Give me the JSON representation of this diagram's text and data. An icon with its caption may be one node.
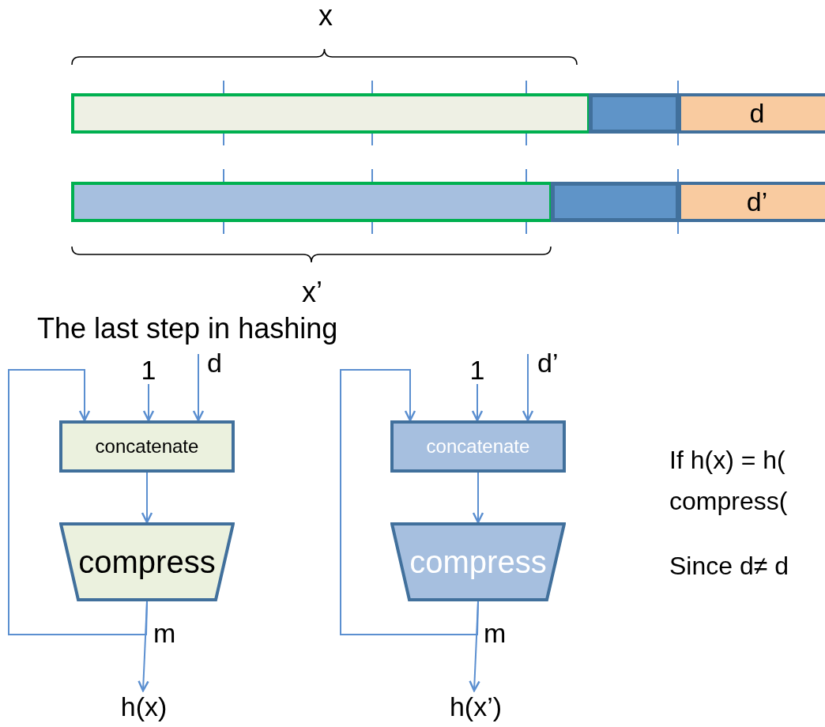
{
  "diagram": {
    "nodes": [
      {
        "text": [],
        "shape": "bar"
      },
      {
        "text": [],
        "shape": "bar"
      },
      {
        "text": [
          "d"
        ]
      },
      {
        "text": [],
        "shape": "bar"
      },
      {
        "text": [],
        "shape": "bar"
      },
      {
        "text": [
          "d’"
        ]
      },
      {
        "text": [
          "1"
        ]
      },
      {
        "text": [
          "concatenate"
        ]
      },
      {
        "text": [
          "compress"
        ]
      },
      {
        "text": [
          "h(x)"
        ]
      },
      {
        "text": [
          "1"
        ]
      },
      {
        "text": [
          "concatenate"
        ]
      },
      {
        "text": [
          "compress"
        ]
      },
      {
        "text": [
          "h(x’)"
        ]
      }
    ],
    "edges": [
      {
        "from": 6,
        "to": 7,
        "arrow": "to"
      },
      {
        "from": null,
        "to": 7,
        "arrow": "to",
        "label": "d"
      },
      {
        "from": 7,
        "to": 8,
        "arrow": "to"
      },
      {
        "from": 8,
        "to": 9,
        "arrow": "to",
        "label": "m"
      },
      {
        "from": 8,
        "to": 7,
        "arrow": "to"
      },
      {
        "from": 10,
        "to": 11,
        "arrow": "to"
      },
      {
        "from": null,
        "to": 11,
        "arrow": "to",
        "label": "d’"
      },
      {
        "from": 11,
        "to": 12,
        "arrow": "to"
      },
      {
        "from": 12,
        "to": 13,
        "arrow": "to",
        "label": "m"
      },
      {
        "from": 12,
        "to": 11,
        "arrow": "to"
      }
    ],
    "labels": [
      "x",
      "x’",
      "The last step in hashing",
      "If h(x) = h(",
      "compress(",
      "Since d≠ d"
    ]
  }
}
